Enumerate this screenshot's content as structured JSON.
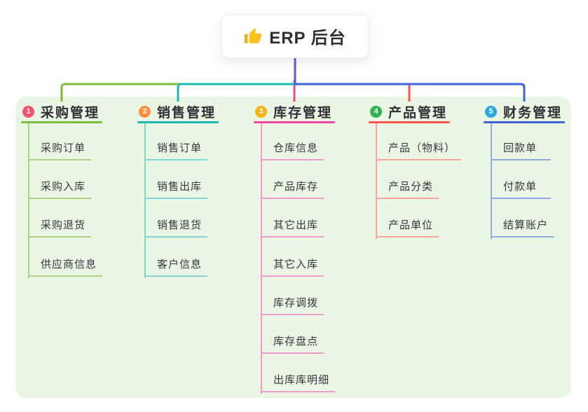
{
  "root": {
    "title": "ERP 后台",
    "icon": "thumbs-up-icon"
  },
  "theme": {
    "background": "#ffffff",
    "panel_color": "#eaf6e4",
    "trunk_color": "#5661d8",
    "title_text_color": "#303036",
    "child_text_color": "#37373c",
    "icon_color": "#fcc21b",
    "icon_cuff_color": "#e9ab10"
  },
  "branches": [
    {
      "index": "1",
      "label": "采购管理",
      "badge_color": "#f4516c",
      "line_color": "#7cbb3f",
      "child_line_color": "#aad385",
      "children": [
        "采购订单",
        "采购入库",
        "采购退货",
        "供应商信息"
      ]
    },
    {
      "index": "2",
      "label": "销售管理",
      "badge_color": "#fd8e3d",
      "line_color": "#1fb7ad",
      "child_line_color": "#84d5ce",
      "children": [
        "销售订单",
        "销售出库",
        "销售退货",
        "客户信息"
      ]
    },
    {
      "index": "3",
      "label": "库存管理",
      "badge_color": "#fcb117",
      "line_color": "#e9489e",
      "child_line_color": "#f29bc9",
      "children": [
        "仓库信息",
        "产品库存",
        "其它出库",
        "其它入库",
        "库存调拨",
        "库存盘点",
        "出库库明细"
      ]
    },
    {
      "index": "4",
      "label": "产品管理",
      "badge_color": "#2fb350",
      "line_color": "#fa544c",
      "child_line_color": "#f9a29c",
      "children": [
        "产品（物料）",
        "产品分类",
        "产品单位"
      ]
    },
    {
      "index": "5",
      "label": "财务管理",
      "badge_color": "#2ba7e0",
      "line_color": "#3f62d3",
      "child_line_color": "#94a8e1",
      "children": [
        "回款单",
        "付款单",
        "结算账户"
      ]
    }
  ]
}
